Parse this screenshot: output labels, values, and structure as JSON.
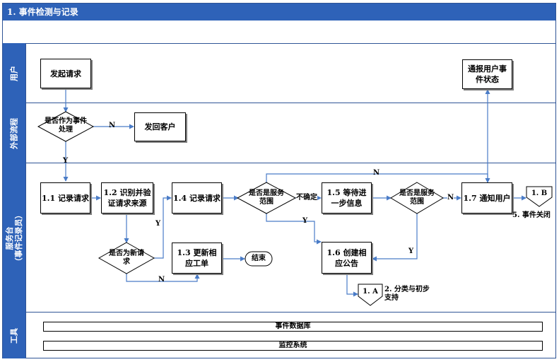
{
  "header": {
    "title": "1. 事件检测与记录"
  },
  "lanes": {
    "user": "用户",
    "external": "外部流程",
    "service_desk_line1": "服务台",
    "service_desk_line2": "（事件记录员）",
    "tools": "工具"
  },
  "nodes": {
    "initiate": "发起请求",
    "is_event": "是否作为事件处理",
    "return_customer": "发回客户",
    "notify_status": "通报用户事件状态",
    "n1_1": "1.1 记录请求",
    "n1_2": "1.2 识别并验证请求来源",
    "n1_4": "1.4 记录请求",
    "in_scope_1": "是否是服务范围",
    "n1_5": "1.5 等待进一步信息",
    "in_scope_2": "是否是服务范围",
    "n1_7": "1.7 通知用户",
    "is_new": "是否为新请求",
    "n1_3": "1.3 更新相应工单",
    "end": "结束",
    "n1_6": "1.6 创建相应公告",
    "conn_1b": "1. B",
    "conn_1a": "1. A"
  },
  "labels": {
    "n_return": "N",
    "y_down": "Y",
    "n_top": "N",
    "uncertain": "不确定",
    "n_right": "N",
    "y_scope": "Y",
    "y_scope2": "Y",
    "y_new": "Y",
    "n_new": "N",
    "event_close": "5. 事件关闭",
    "classify": "2. 分类与初步支持"
  },
  "tools": {
    "database": "事件数据库",
    "monitoring": "监控系统"
  },
  "colors": {
    "lane_header": "#2e62b8",
    "connector": "#4a7cc7",
    "border": "#2f5496"
  }
}
